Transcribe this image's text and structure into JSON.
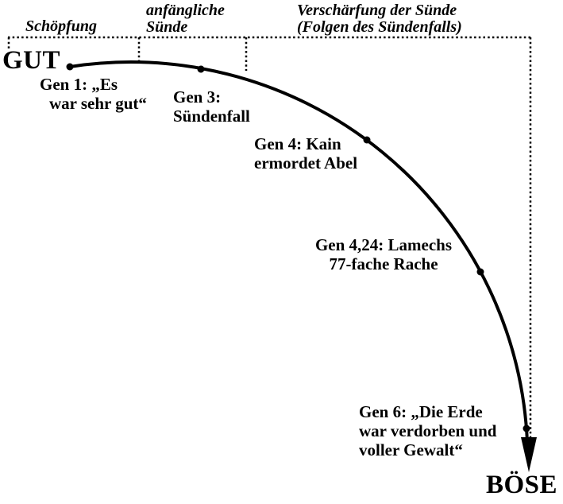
{
  "phases": [
    {
      "lines": [
        "Schöpfung"
      ]
    },
    {
      "lines": [
        "anfängliche",
        "Sünde"
      ]
    },
    {
      "lines": [
        "Verschärfung der Sünde",
        "(Folgen des Sündenfalls)"
      ]
    }
  ],
  "poles": {
    "good": "GUT",
    "evil": "BÖSE"
  },
  "events": [
    {
      "lines": [
        "Gen 1: „Es",
        "war sehr gut“"
      ]
    },
    {
      "lines": [
        "Gen 3:",
        "Sündenfall"
      ]
    },
    {
      "lines": [
        "Gen 4: Kain",
        "ermordet Abel"
      ]
    },
    {
      "lines": [
        "Gen 4,24: Lamechs",
        "77-fache Rache"
      ]
    },
    {
      "lines": [
        "Gen 6: „Die Erde",
        "war verdorben und",
        "voller Gewalt“"
      ]
    }
  ],
  "colors": {
    "ink": "#000000",
    "paper": "#ffffff"
  }
}
